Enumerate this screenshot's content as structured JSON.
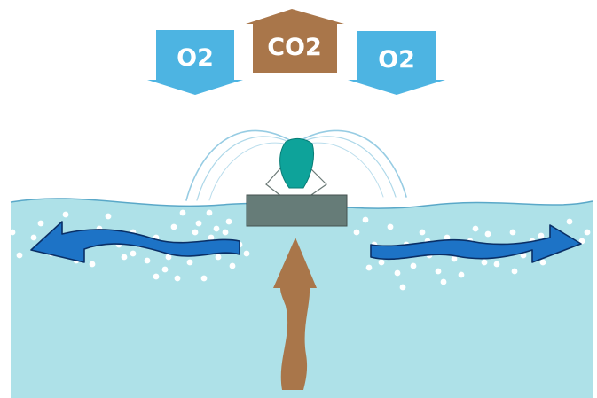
{
  "labels": {
    "o2_left": "O2",
    "co2_center": "CO2",
    "o2_right": "O2"
  },
  "colors": {
    "o2_arrow": "#4db4e2",
    "co2_arrow": "#a9764a",
    "water": "#aee1e8",
    "water_surface_line": "#5aa8c8",
    "current_arrow": "#1d73c6",
    "current_arrow_outline": "#0a2f66",
    "upflow_arrow": "#a9764a",
    "spray": "#8cc7e0",
    "nozzle": "#0ea39a",
    "float_platform": "#667c78",
    "bubbles": "#ffffff"
  },
  "icons": {
    "fountain": "fountain-aerator-icon",
    "bubbles": "air-bubble-icon"
  }
}
